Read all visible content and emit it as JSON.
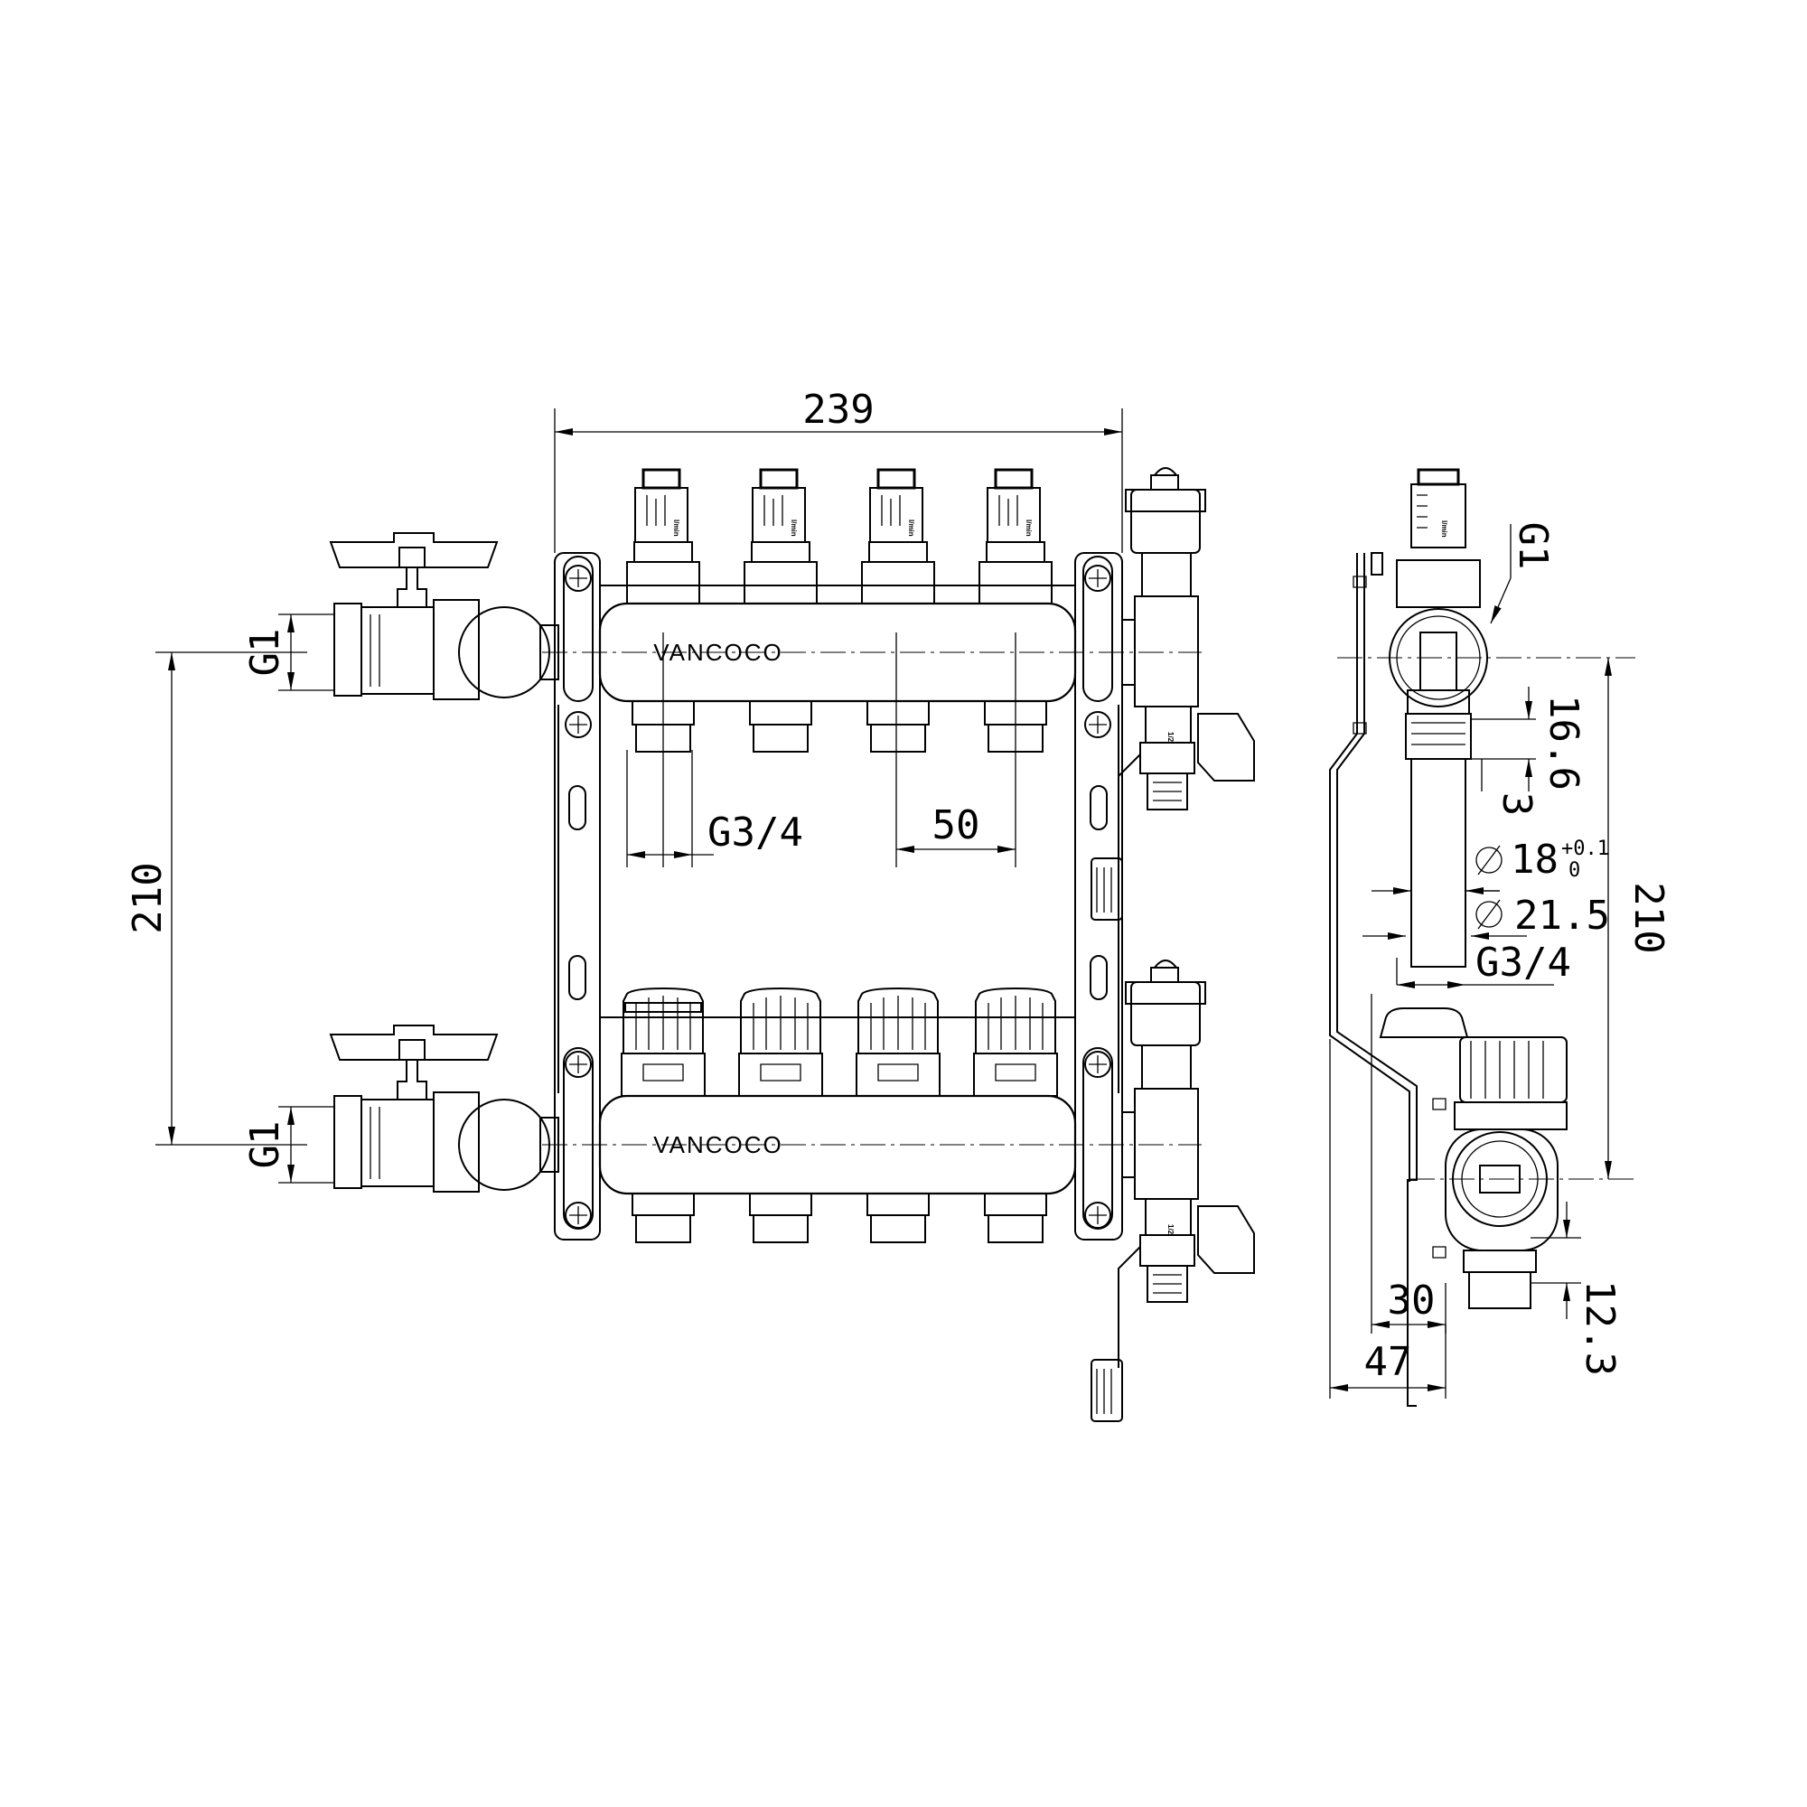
{
  "brand": "VANCOCO",
  "flowmeter_unit": "l/min",
  "drain_label": "1/2",
  "dimensions": {
    "overall_width": "239",
    "center_distance": "210",
    "inlet_thread": "G1",
    "outlet_thread": "G3/4",
    "outlet_spacing": "50",
    "side_center_distance": "210",
    "side_inlet_thread": "G1",
    "side_dim_16_6": "16.6",
    "side_dim_3": "3",
    "side_inner_dia": "18",
    "side_inner_dia_tol_upper": "+0.1",
    "side_inner_dia_tol_lower": "0",
    "side_outer_dia": "21.5",
    "side_outlet_thread": "G3/4",
    "side_depth_30": "30",
    "side_depth_47": "47",
    "side_dim_12_3": "12.3"
  }
}
